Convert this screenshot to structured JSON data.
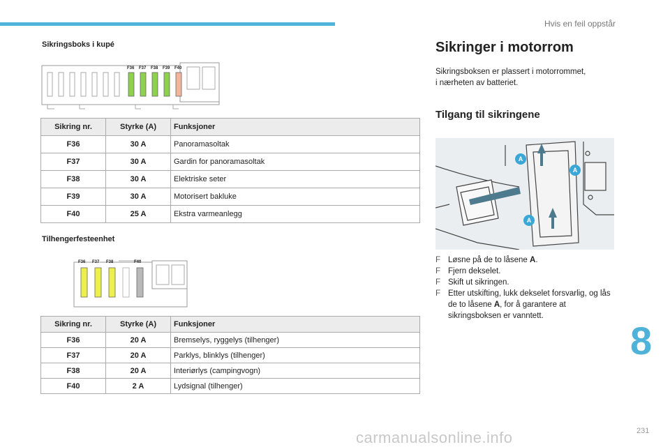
{
  "header": {
    "chapter_title": "Hvis en feil oppstår",
    "chapter_number": "8",
    "page_number": "231"
  },
  "left": {
    "cabin_title": "Sikringsboks i kupé",
    "cabin_diagram_labels": [
      "F36",
      "F37",
      "F38",
      "F39",
      "F40"
    ],
    "table1": {
      "headers": [
        "Sikring nr.",
        "Styrke (A)",
        "Funksjoner"
      ],
      "rows": [
        [
          "F36",
          "30 A",
          "Panoramasoltak"
        ],
        [
          "F37",
          "30 A",
          "Gardin for panoramasoltak"
        ],
        [
          "F38",
          "30 A",
          "Elektriske seter"
        ],
        [
          "F39",
          "30 A",
          "Motorisert bakluke"
        ],
        [
          "F40",
          "25 A",
          "Ekstra varmeanlegg"
        ]
      ]
    },
    "trailer_title": "Tilhengerfesteenhet",
    "trailer_diagram_labels": [
      "F36",
      "F37",
      "F38",
      "F40"
    ],
    "table2": {
      "headers": [
        "Sikring nr.",
        "Styrke (A)",
        "Funksjoner"
      ],
      "rows": [
        [
          "F36",
          "20 A",
          "Bremselys, ryggelys (tilhenger)"
        ],
        [
          "F37",
          "20 A",
          "Parklys, blinklys (tilhenger)"
        ],
        [
          "F38",
          "20 A",
          "Interiørlys (campingvogn)"
        ],
        [
          "F40",
          "2 A",
          "Lydsignal (tilhenger)"
        ]
      ]
    }
  },
  "right": {
    "title": "Sikringer i motorrom",
    "intro_line1": "Sikringsboksen er plassert i motorrommet,",
    "intro_line2": "i nærheten av batteriet.",
    "subtitle": "Tilgang til sikringene",
    "photo_marker": "A",
    "steps": [
      {
        "bullet": "F",
        "pre": "Løsne på de to låsene ",
        "bold": "A",
        "post": "."
      },
      {
        "bullet": "F",
        "pre": "Fjern dekselet.",
        "bold": "",
        "post": ""
      },
      {
        "bullet": "F",
        "pre": "Skift ut sikringen.",
        "bold": "",
        "post": ""
      },
      {
        "bullet": "F",
        "pre": "Etter utskifting, lukk dekselet forsvarlig, og lås de to låsene ",
        "bold": "A",
        "post": ", for å garantere at sikringsboksen er vanntett."
      }
    ]
  },
  "footer": {
    "watermark": "carmanualsonline.info"
  },
  "colors": {
    "accent": "#4fb3d9",
    "fuse_green": "#8ed14f",
    "fuse_salmon": "#f2b49a",
    "fuse_yellow": "#eef04a",
    "fuse_grey": "#b9b9b9",
    "marker": "#3aa7d6"
  }
}
